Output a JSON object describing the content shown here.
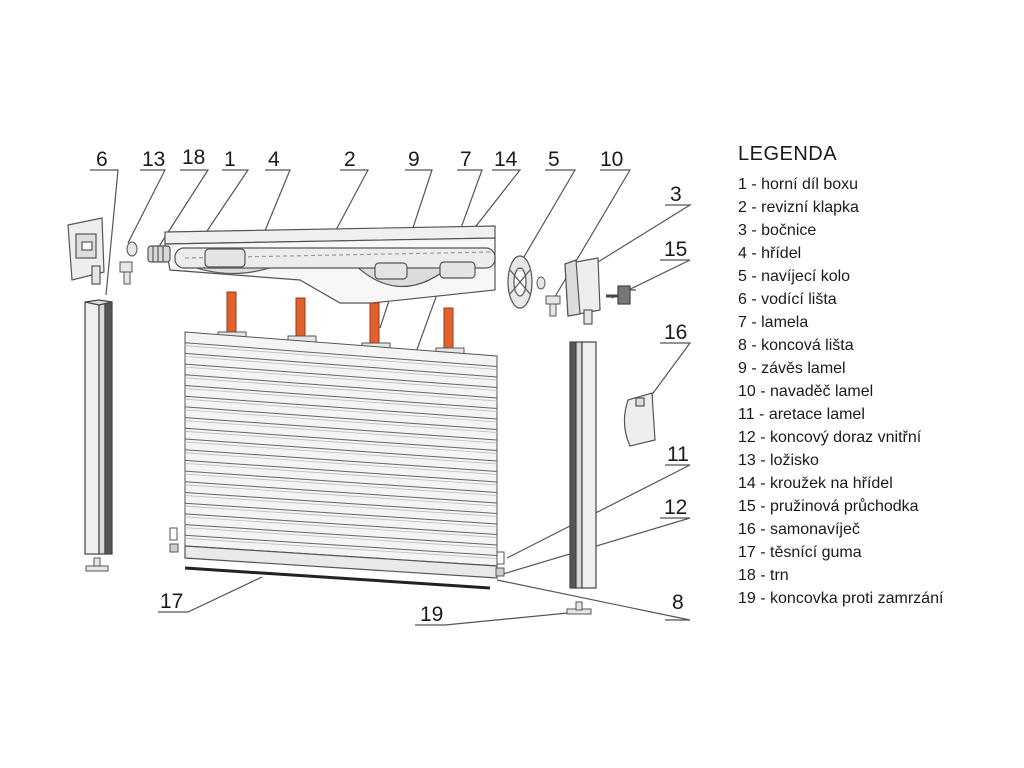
{
  "callouts": {
    "n1": "1",
    "n2": "2",
    "n3": "3",
    "n4": "4",
    "n5": "5",
    "n6": "6",
    "n7": "7",
    "n8": "8",
    "n9": "9",
    "n10": "10",
    "n11": "11",
    "n12": "12",
    "n13": "13",
    "n14": "14",
    "n15": "15",
    "n16": "16",
    "n17": "17",
    "n18": "18",
    "n19": "19"
  },
  "legend": {
    "title": "LEGENDA",
    "items": [
      "1 - horní díl boxu",
      "2 - revizní klapka",
      "3 - bočnice",
      "4 - hřídel",
      "5 - navíjecí kolo",
      "6 - vodící lišta",
      "7 - lamela",
      "8 - koncová lišta",
      "9 - závěs lamel",
      "10 - navaděč lamel",
      "11 - aretace lamel",
      "12 - koncový doraz vnitřní",
      "13 - ložisko",
      "14 - kroužek na hřídel",
      "15 - pružinová průchodka",
      "16 - samonavíječ",
      "17 - těsnící guma",
      "18 - trn",
      "19 - koncovka proti zamrzání"
    ]
  },
  "colors": {
    "hanger": "#e2622e",
    "line": "#555555",
    "fill": "#f2f2f2"
  }
}
